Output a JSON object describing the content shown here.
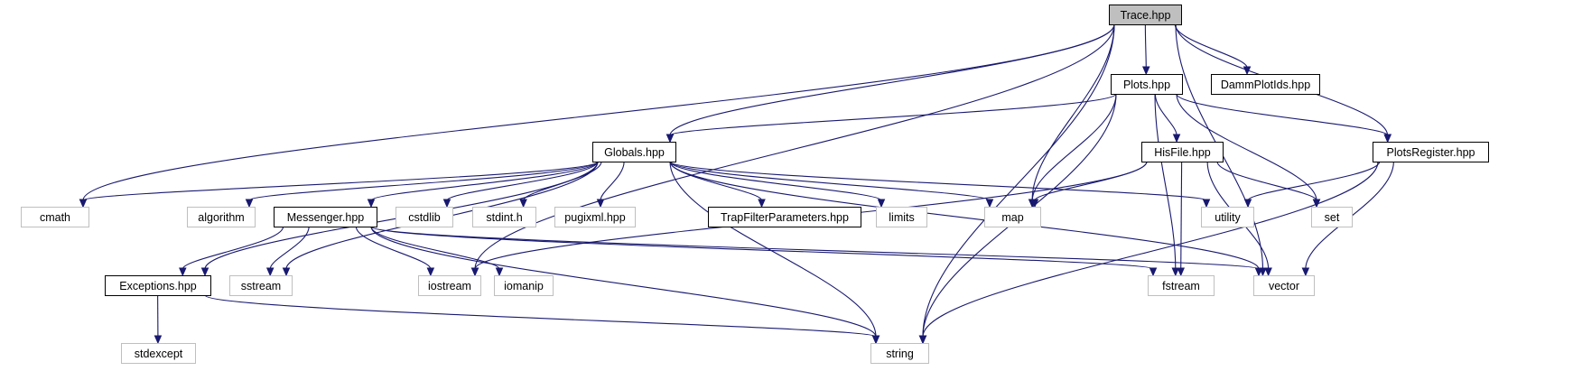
{
  "diagram": {
    "type": "include-dependency-graph",
    "edge_color": "#191970",
    "root_fill": "#bfbfbf",
    "nodes": [
      {
        "id": "trace",
        "label": "Trace.hpp",
        "kind": "root"
      },
      {
        "id": "plots",
        "label": "Plots.hpp",
        "kind": "header"
      },
      {
        "id": "dammplotids",
        "label": "DammPlotIds.hpp",
        "kind": "header"
      },
      {
        "id": "globals",
        "label": "Globals.hpp",
        "kind": "header"
      },
      {
        "id": "hisfile",
        "label": "HisFile.hpp",
        "kind": "header"
      },
      {
        "id": "plotsregister",
        "label": "PlotsRegister.hpp",
        "kind": "header"
      },
      {
        "id": "cmath",
        "label": "cmath",
        "kind": "system"
      },
      {
        "id": "algorithm",
        "label": "algorithm",
        "kind": "system"
      },
      {
        "id": "messenger",
        "label": "Messenger.hpp",
        "kind": "header"
      },
      {
        "id": "cstdlib",
        "label": "cstdlib",
        "kind": "system"
      },
      {
        "id": "stdint",
        "label": "stdint.h",
        "kind": "system"
      },
      {
        "id": "pugixml",
        "label": "pugixml.hpp",
        "kind": "system"
      },
      {
        "id": "trapfilter",
        "label": "TrapFilterParameters.hpp",
        "kind": "header"
      },
      {
        "id": "limits",
        "label": "limits",
        "kind": "system"
      },
      {
        "id": "map",
        "label": "map",
        "kind": "system"
      },
      {
        "id": "utility",
        "label": "utility",
        "kind": "system"
      },
      {
        "id": "set",
        "label": "set",
        "kind": "system"
      },
      {
        "id": "exceptions",
        "label": "Exceptions.hpp",
        "kind": "header"
      },
      {
        "id": "sstream",
        "label": "sstream",
        "kind": "system"
      },
      {
        "id": "iostream",
        "label": "iostream",
        "kind": "system"
      },
      {
        "id": "iomanip",
        "label": "iomanip",
        "kind": "system"
      },
      {
        "id": "fstream",
        "label": "fstream",
        "kind": "system"
      },
      {
        "id": "vector",
        "label": "vector",
        "kind": "system"
      },
      {
        "id": "stdexcept",
        "label": "stdexcept",
        "kind": "system"
      },
      {
        "id": "string",
        "label": "string",
        "kind": "system"
      }
    ],
    "edges": [
      [
        "trace",
        "plots"
      ],
      [
        "trace",
        "dammplotids"
      ],
      [
        "trace",
        "globals"
      ],
      [
        "trace",
        "plotsregister"
      ],
      [
        "trace",
        "cmath"
      ],
      [
        "trace",
        "map"
      ],
      [
        "trace",
        "iostream"
      ],
      [
        "trace",
        "vector"
      ],
      [
        "trace",
        "string"
      ],
      [
        "plots",
        "globals"
      ],
      [
        "plots",
        "hisfile"
      ],
      [
        "plots",
        "plotsregister"
      ],
      [
        "plots",
        "map"
      ],
      [
        "plots",
        "set"
      ],
      [
        "plots",
        "fstream"
      ],
      [
        "plots",
        "string"
      ],
      [
        "globals",
        "cmath"
      ],
      [
        "globals",
        "algorithm"
      ],
      [
        "globals",
        "messenger"
      ],
      [
        "globals",
        "cstdlib"
      ],
      [
        "globals",
        "stdint"
      ],
      [
        "globals",
        "pugixml"
      ],
      [
        "globals",
        "trapfilter"
      ],
      [
        "globals",
        "limits"
      ],
      [
        "globals",
        "map"
      ],
      [
        "globals",
        "utility"
      ],
      [
        "globals",
        "exceptions"
      ],
      [
        "globals",
        "sstream"
      ],
      [
        "globals",
        "vector"
      ],
      [
        "globals",
        "string"
      ],
      [
        "hisfile",
        "map"
      ],
      [
        "hisfile",
        "set"
      ],
      [
        "hisfile",
        "iostream"
      ],
      [
        "hisfile",
        "fstream"
      ],
      [
        "hisfile",
        "vector"
      ],
      [
        "plotsregister",
        "utility"
      ],
      [
        "plotsregister",
        "vector"
      ],
      [
        "plotsregister",
        "string"
      ],
      [
        "messenger",
        "exceptions"
      ],
      [
        "messenger",
        "sstream"
      ],
      [
        "messenger",
        "iostream"
      ],
      [
        "messenger",
        "iomanip"
      ],
      [
        "messenger",
        "fstream"
      ],
      [
        "messenger",
        "vector"
      ],
      [
        "messenger",
        "string"
      ],
      [
        "exceptions",
        "stdexcept"
      ],
      [
        "exceptions",
        "string"
      ]
    ]
  }
}
